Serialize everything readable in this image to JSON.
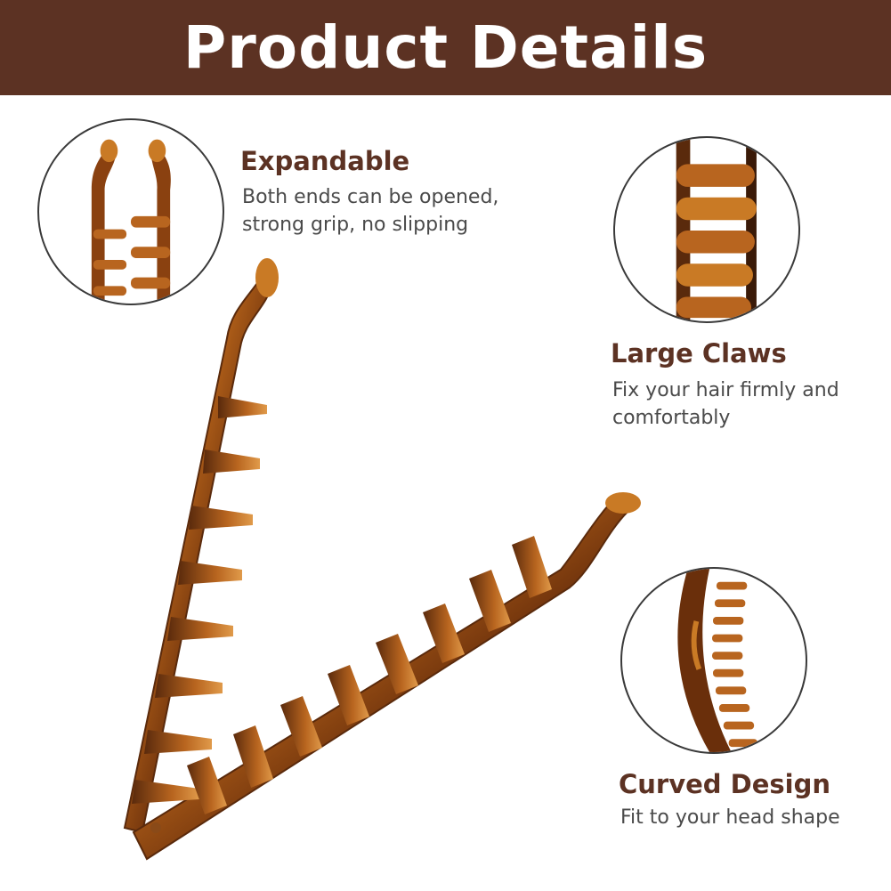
{
  "banner": {
    "title": "Product Details",
    "background_color": "#5c3223"
  },
  "features": [
    {
      "title": "Expandable",
      "desc_lines": [
        "Both ends can be opened,",
        "strong grip, no slipping"
      ],
      "icon": "open-clip-ends-icon"
    },
    {
      "title": "Large Claws",
      "desc_lines": [
        "Fix your hair firmly and",
        "comfortably"
      ],
      "icon": "claw-teeth-icon"
    },
    {
      "title": "Curved Design",
      "desc_lines": [
        "Fit to your head shape"
      ],
      "icon": "curved-comb-icon"
    }
  ],
  "colors": {
    "title_brown": "#5c3223",
    "tortoiseshell_dark": "#5a2a0c",
    "tortoiseshell_light": "#c06a1c",
    "text_gray": "#4a4a4a"
  }
}
